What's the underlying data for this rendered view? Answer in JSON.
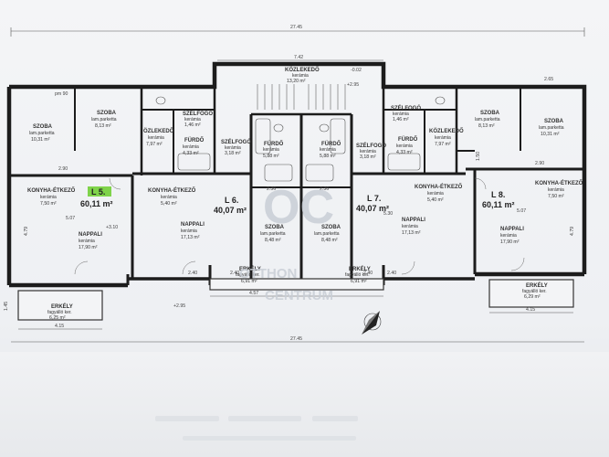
{
  "dims": {
    "top_total": "27.45",
    "bottom_total": "27.45",
    "corridor_width": "7.42",
    "left_2_90": "2.90",
    "left_5_07": "5.07",
    "left_4_79": "4.79",
    "left_3_10": "+3.10",
    "left_1_45": "1.45",
    "balcony_left_w": "4.15",
    "balcony_center_w": "4.57",
    "balcony_right_w": "4.15",
    "mid_5_30": "5.30",
    "mid_2_36a": "2.36",
    "mid_2_36b": "2.36",
    "right_5_07": "5.07",
    "right_4_79": "4.79",
    "right_2_65": "2.65",
    "right_1_50": "1.50",
    "right_2_90": "2.90",
    "elev_left": "+2.95",
    "elev_top": "+2.95",
    "elev_corr": "-0.02",
    "tick_240a": "2.40",
    "tick_240b": "2.40",
    "tick_240c": "2.40",
    "tick_240d": "2.40",
    "tick_90": "pm 90"
  },
  "corridor": {
    "name": "KÖZLEKEDŐ",
    "mat": "kerámia",
    "area": "13,20 m²"
  },
  "units": {
    "l5": {
      "label": "L 5.",
      "area": "60,11 m²"
    },
    "l6": {
      "label": "L 6.",
      "area": "40,07 m²"
    },
    "l7": {
      "label": "L 7.",
      "area": "40,07 m²"
    },
    "l8": {
      "label": "L 8.",
      "area": "60,11 m²"
    }
  },
  "rooms": {
    "szoba_a": {
      "name": "SZOBA",
      "mat": "lam.parketta",
      "area": "10,31 m²"
    },
    "szoba_b": {
      "name": "SZOBA",
      "mat": "lam.parketta",
      "area": "8,13 m²"
    },
    "eloszlekedo_l": {
      "name": "ÖZLEKEDŐ",
      "mat": "kerámia",
      "area": "7,97 m²"
    },
    "furdo_l": {
      "name": "FÜRDŐ",
      "mat": "kerámia",
      "area": "4,33 m²"
    },
    "szelfogo_l": {
      "name": "SZÉLFOGÓ",
      "mat": "kerámia",
      "area": "1,46 m²"
    },
    "szelfogo_l2": {
      "name": "SZÉLFOGÓ",
      "mat": "kerámia",
      "area": "3,18 m²"
    },
    "furdo_c1": {
      "name": "FÜRDŐ",
      "mat": "kerámia",
      "area": "5,88 m²"
    },
    "furdo_c2": {
      "name": "FÜRDŐ",
      "mat": "kerámia",
      "area": "5,88 m²"
    },
    "szelfogo_r2": {
      "name": "SZÉLFOGÓ",
      "mat": "kerámia",
      "area": "3,18 m²"
    },
    "szelfogo_r": {
      "name": "SZÉLFOGÓ",
      "mat": "kerámia",
      "area": "1,46 m²"
    },
    "furdo_r": {
      "name": "FÜRDŐ",
      "mat": "kerámia",
      "area": "4,33 m²"
    },
    "kozlekedo_r": {
      "name": "KÖZLEKEDŐ",
      "mat": "kerámia",
      "area": "7,97 m²"
    },
    "szoba_c": {
      "name": "SZOBA",
      "mat": "lam.parketta",
      "area": "8,13 m²"
    },
    "szoba_d": {
      "name": "SZOBA",
      "mat": "lam.parketta",
      "area": "10,31 m²"
    },
    "konyha_l5": {
      "name": "KONYHA-ÉTKEZŐ",
      "mat": "kerámia",
      "area": "7,50 m²"
    },
    "nappali_l5": {
      "name": "NAPPALI",
      "mat": "kerámia",
      "area": "17,90 m²"
    },
    "konyha_l6": {
      "name": "KONYHA-ÉTKEZŐ",
      "mat": "kerámia",
      "area": "5,40 m²"
    },
    "nappali_l6": {
      "name": "NAPPALI",
      "mat": "kerámia",
      "area": "17,13 m²"
    },
    "szoba_l6": {
      "name": "SZOBA",
      "mat": "lam.parketta",
      "area": "8,48 m²"
    },
    "szoba_l7": {
      "name": "SZOBA",
      "mat": "lam.parketta",
      "area": "8,48 m²"
    },
    "konyha_l7": {
      "name": "KONYHA-ÉTKEZŐ",
      "mat": "kerámia",
      "area": "5,40 m²"
    },
    "nappali_l7": {
      "name": "NAPPALI",
      "mat": "kerámia",
      "area": "17,13 m²"
    },
    "konyha_l8": {
      "name": "KONYHA-ÉTKEZŐ",
      "mat": "kerámia",
      "area": "7,50 m²"
    },
    "nappali_l8": {
      "name": "NAPPALI",
      "mat": "kerámia",
      "area": "17,90 m²"
    }
  },
  "balconies": {
    "left": {
      "name": "ERKÉLY",
      "mat": "fagyálló ker.",
      "area": "6,25 m²"
    },
    "c1": {
      "name": "ERKÉLY",
      "mat": "fagyálló ker.",
      "area": "6,91 m²"
    },
    "c2": {
      "name": "ERKÉLY",
      "mat": "fagyálló ker.",
      "area": "6,91 m²"
    },
    "right": {
      "name": "ERKÉLY",
      "mat": "fagyálló ker.",
      "area": "6,29 m²"
    }
  },
  "watermark": {
    "line1": "OTTHON",
    "line2": "CENTRUM",
    "mark": "OC"
  },
  "colors": {
    "highlight": "#7fd34a",
    "wall": "#1c1c1c"
  }
}
